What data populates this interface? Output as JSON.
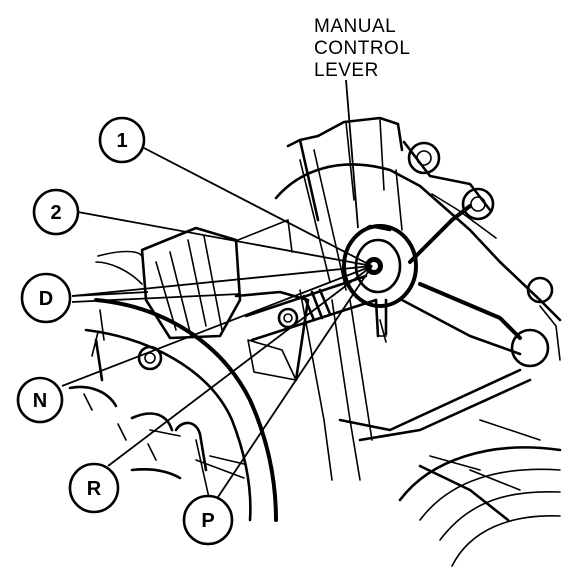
{
  "title_lines": [
    "MANUAL",
    "CONTROL",
    "LEVER"
  ],
  "callouts": [
    {
      "id": "1",
      "label": "1"
    },
    {
      "id": "2",
      "label": "2"
    },
    {
      "id": "D",
      "label": "D"
    },
    {
      "id": "N",
      "label": "N"
    },
    {
      "id": "R",
      "label": "R"
    },
    {
      "id": "P",
      "label": "P"
    }
  ]
}
